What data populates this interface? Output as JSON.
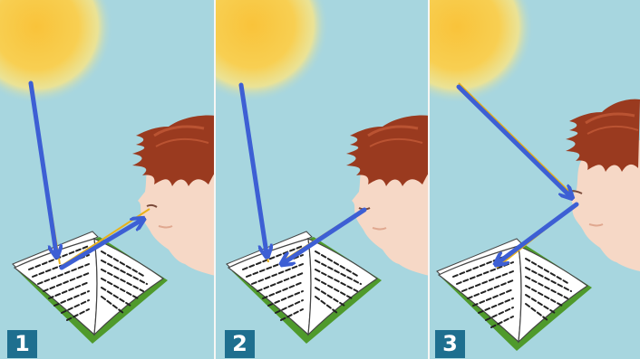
{
  "colors": {
    "sky": "#a7d6df",
    "sun_core": "#f9c741",
    "sun_glow": "#f6e27e",
    "hair": "#9a3a1f",
    "hair_light": "#ba5332",
    "skin": "#f6d8c6",
    "arrow": "#3d5fd4",
    "light_ray": "#e8b21c",
    "page": "#ffffff",
    "book_cover": "#4f9a2c",
    "badge": "#1e6f8f",
    "badge_text": "#ffffff"
  },
  "panels": [
    {
      "number": "1",
      "description_icons": [
        "sun-icon",
        "open-book-icon",
        "boy-head-icon"
      ],
      "arrows": [
        "sun-to-book-arrow",
        "book-to-eye-arrow"
      ]
    },
    {
      "number": "2",
      "description_icons": [
        "sun-icon",
        "open-book-icon",
        "boy-head-icon"
      ],
      "arrows": [
        "sun-to-book-arrow",
        "eye-to-book-arrow"
      ]
    },
    {
      "number": "3",
      "description_icons": [
        "sun-icon",
        "open-book-icon",
        "boy-head-icon"
      ],
      "arrows": [
        "sun-to-eye-arrow",
        "eye-to-book-arrow"
      ]
    }
  ]
}
